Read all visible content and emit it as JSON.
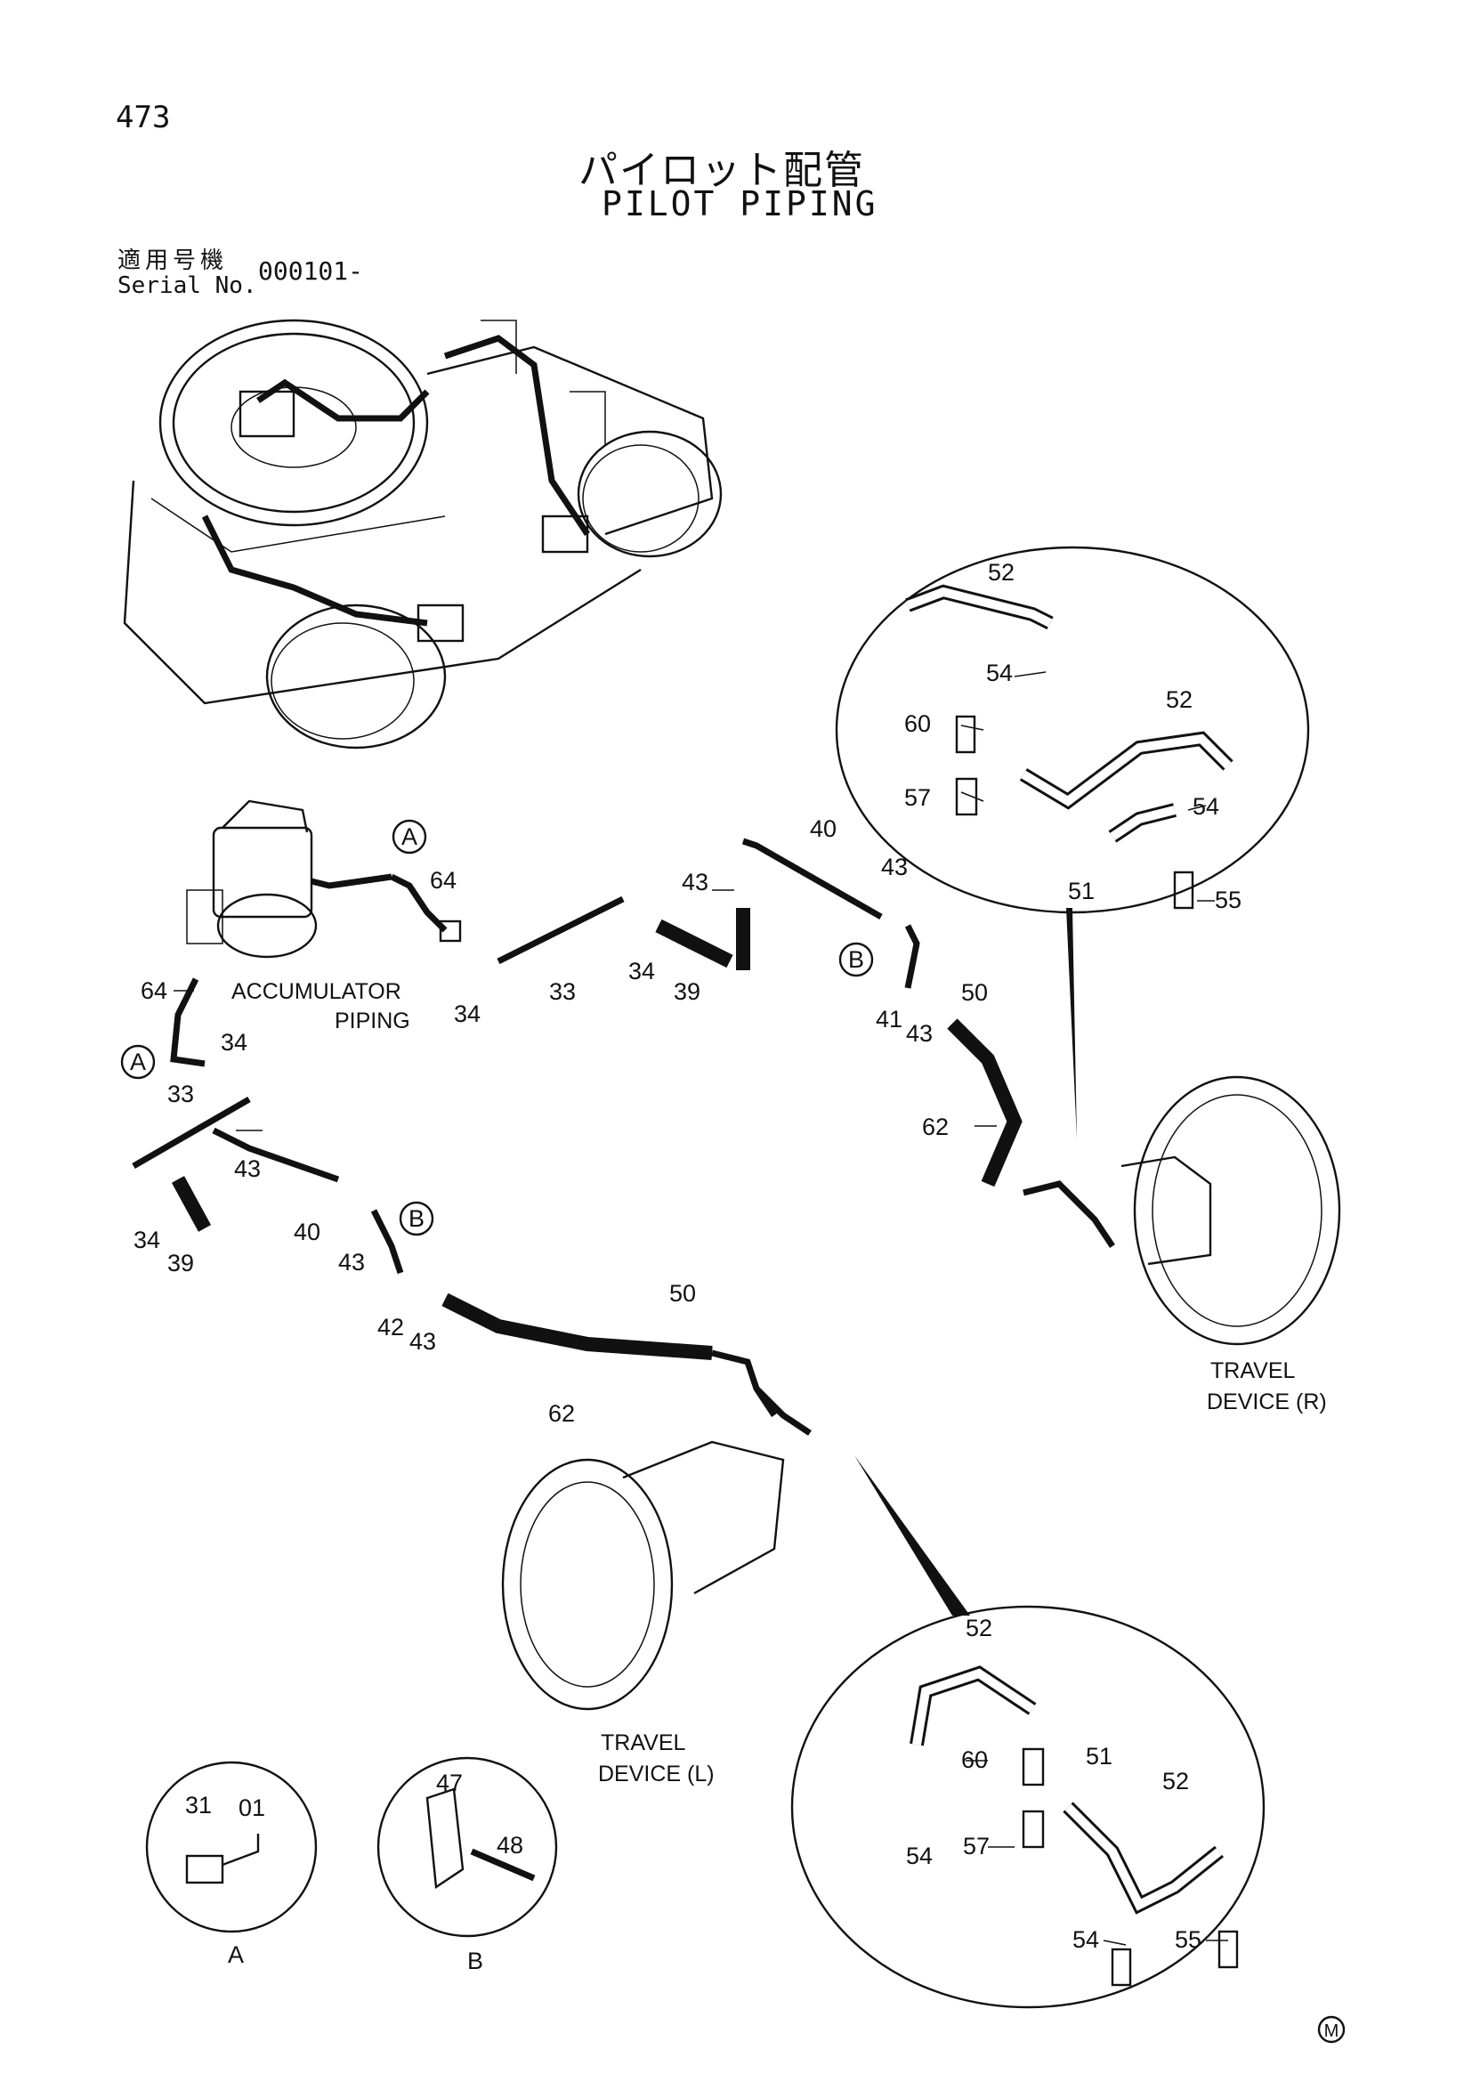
{
  "header": {
    "page_number": "473",
    "title_jp": "パイロット配管",
    "title_en": "PILOT PIPING",
    "serial_label_jp": "適用号機",
    "serial_label_en": "Serial No.",
    "serial_value": "000101-"
  },
  "labels": {
    "accumulator_1": "ACCUMULATOR",
    "accumulator_2": "PIPING",
    "travel_r_1": "TRAVEL",
    "travel_r_2": "DEVICE (R)",
    "travel_l_1": "TRAVEL",
    "travel_l_2": "DEVICE (L)",
    "callout_a": "A",
    "callout_b": "B",
    "detail_a": "A",
    "detail_b": "B",
    "mark": "M"
  },
  "part_numbers": {
    "p64a": "64",
    "p34a": "34",
    "p33a": "33",
    "p34b": "34",
    "p39a": "39",
    "p43a": "43",
    "p40a": "40",
    "p43b": "43",
    "p41": "41",
    "p43c": "43",
    "p50a": "50",
    "p62a": "62",
    "p64b": "64",
    "p34c": "34",
    "p33b": "33",
    "p43d": "43",
    "p34d": "34",
    "p39b": "39",
    "p40b": "40",
    "p43e": "43",
    "p42": "42",
    "p43f": "43",
    "p50b": "50",
    "p62b": "62",
    "r52a": "52",
    "r54a": "54",
    "r60": "60",
    "r57": "57",
    "r52b": "52",
    "r54b": "54",
    "r51": "51",
    "r55": "55",
    "l52a": "52",
    "l60": "60",
    "l51": "51",
    "l52b": "52",
    "l54a": "54",
    "l57": "57",
    "l54b": "54",
    "l55": "55",
    "a31": "31",
    "a01": "01",
    "b47": "47",
    "b48": "48"
  }
}
